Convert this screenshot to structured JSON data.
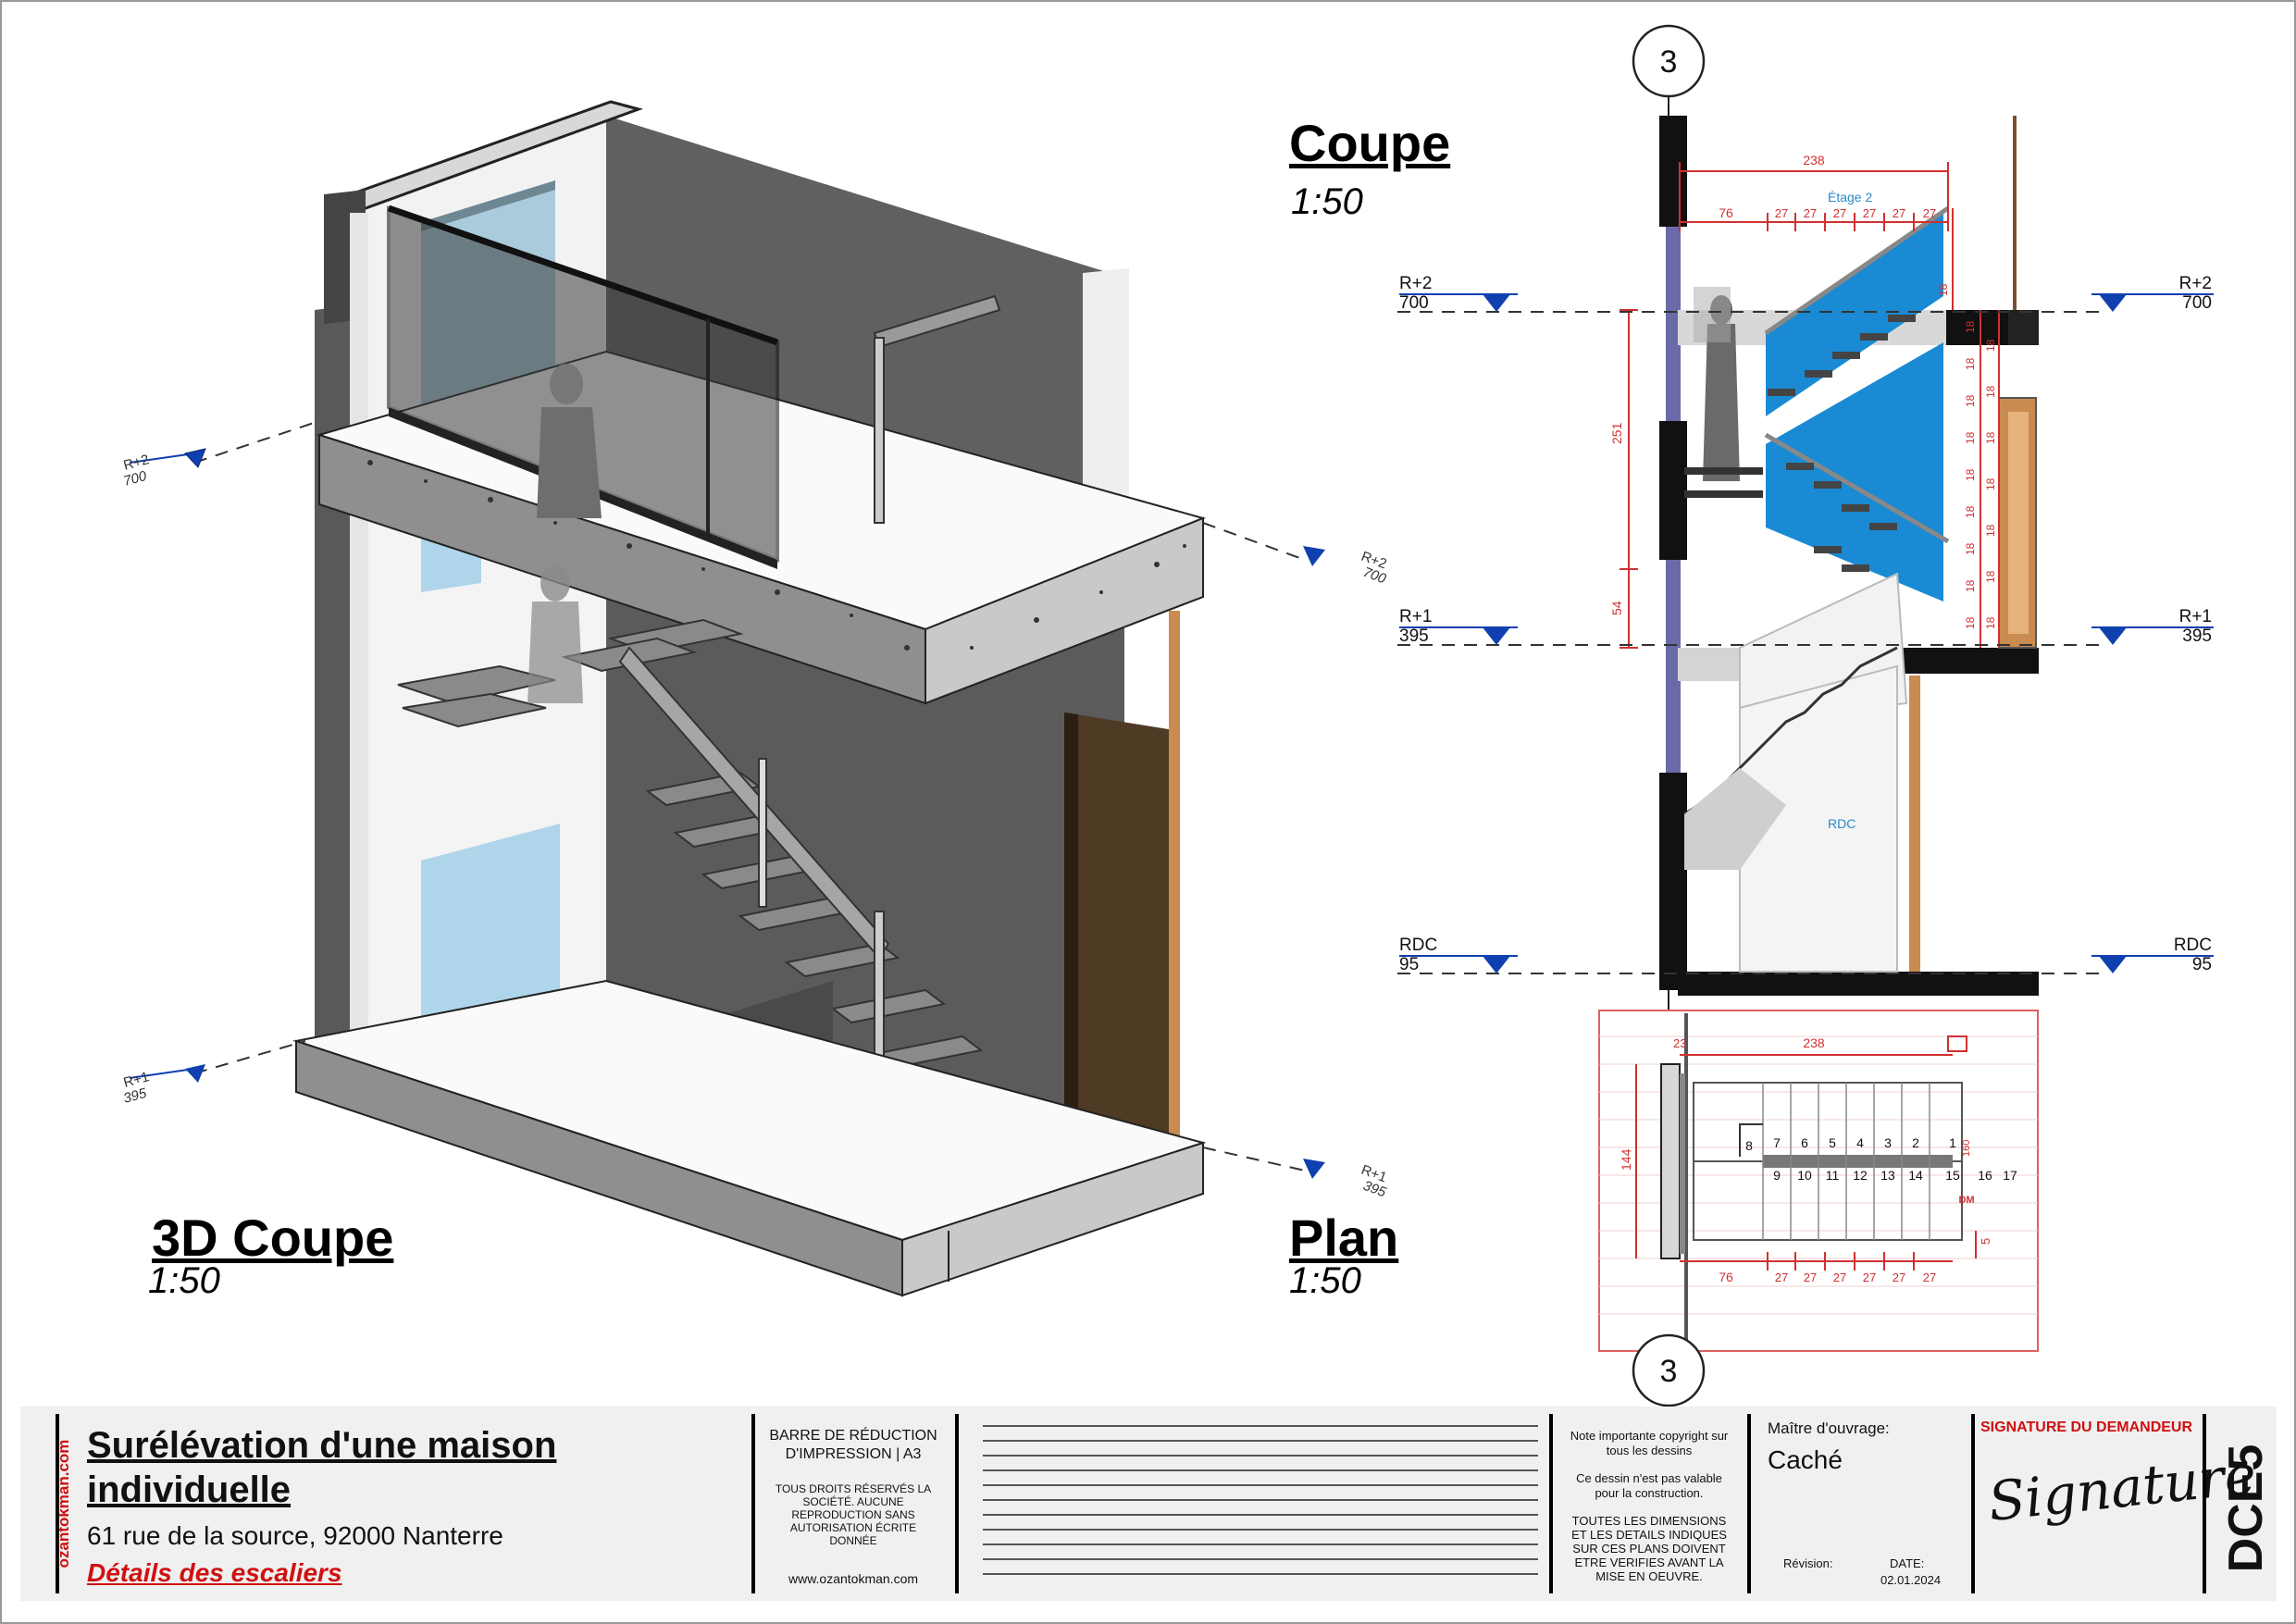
{
  "views": {
    "coupe_title": "Coupe",
    "coupe_scale": "1:50",
    "plan_title": "Plan",
    "plan_scale": "1:50",
    "coupe3d_title": "3D Coupe",
    "coupe3d_scale": "1:50",
    "grid_bubble": "3"
  },
  "levels": {
    "r2_name": "R+2",
    "r2_elev": "700",
    "r1_name": "R+1",
    "r1_elev": "395",
    "rdc_name": "RDC",
    "rdc_elev": "95"
  },
  "section_labels": {
    "etage2": "Étage 2",
    "rdc": "RDC"
  },
  "dimensions": {
    "top_total": "238",
    "first_run": "76",
    "tread": "27",
    "height_251": "251",
    "height_54": "54",
    "riser": "18",
    "plan_total": "238",
    "plan_side": "144",
    "plan_small": "5",
    "plan_wall": "23",
    "plan_dm": "DM",
    "plan_160": "160"
  },
  "plan_steps_top": [
    "8",
    "7",
    "6",
    "5",
    "4",
    "3",
    "2",
    "1"
  ],
  "plan_steps_bottom": [
    "9",
    "10",
    "11",
    "12",
    "13",
    "14",
    "15",
    "16",
    "17"
  ],
  "title_block": {
    "side_url": "ozantokman.com",
    "project_title_l1": "Surélévation d'une maison",
    "project_title_l2": "individuelle",
    "address": "61  rue de la source, 92000 Nanterre",
    "subtitle": "Détails des escaliers",
    "barre_l1": "BARRE DE RÉDUCTION",
    "barre_l2": "D'IMPRESSION | A3",
    "rights_l1": "TOUS DROITS RÉSERVÉS LA",
    "rights_l2": "SOCIÉTÉ. AUCUNE",
    "rights_l3": "REPRODUCTION SANS",
    "rights_l4": "AUTORISATION ÉCRITE",
    "rights_l5": "DONNÉE",
    "website": "www.ozantokman.com",
    "note1_l1": "Note importante copyright sur",
    "note1_l2": "tous les dessins",
    "note2_l1": "Ce dessin n'est pas valable",
    "note2_l2": "pour la construction.",
    "note3_l1": "TOUTES LES DIMENSIONS",
    "note3_l2": "ET LES DETAILS INDIQUES",
    "note3_l3": "SUR CES PLANS DOIVENT",
    "note3_l4": "ETRE VERIFIES AVANT LA",
    "note3_l5": "MISE EN OEUVRE.",
    "maitre_label": "Maître d'ouvrage:",
    "maitre_value": "Caché",
    "revision_label": "Révision:",
    "date_label": "DATE:",
    "date_value": "02.01.2024",
    "signature_label": "SIGNATURE DU DEMANDEUR",
    "signature_script": "Signature",
    "sheet_code": "DCE5"
  },
  "colors": {
    "dim_red": "#d03030",
    "glass_blue": "#1a8ad4",
    "level_blue": "#1040b0",
    "door_brown": "#4f3a24",
    "label_blue": "#2a8ac8",
    "title_red": "#d01010"
  }
}
